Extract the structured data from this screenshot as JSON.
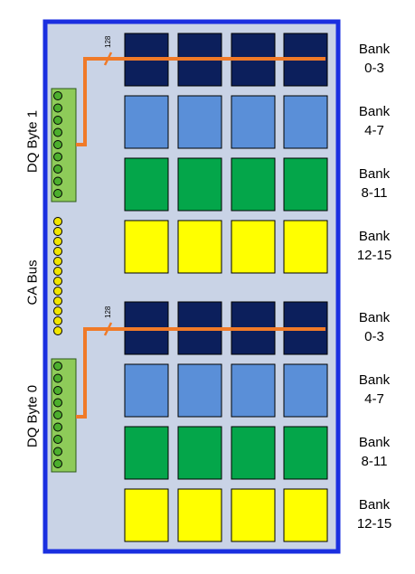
{
  "side_labels": {
    "dq_byte_1": "DQ Byte 1",
    "ca_bus": "CA Bus",
    "dq_byte_0": "DQ Byte 0"
  },
  "bus_width": "128",
  "colors": {
    "frame_border": "#1a2fe0",
    "frame_fill": "#c9d3e6",
    "dq_block": "#8ecb59",
    "io_dot": "#4caf2d",
    "ca_dot": "#f2e600",
    "wire": "#f07a28",
    "bank_0_3": "#0c1f5c",
    "bank_4_7": "#5a8fd8",
    "bank_8_11": "#04a64a",
    "bank_12_15": "#ffff00"
  },
  "bank_groups": [
    {
      "line1": "Bank",
      "line2": "0-3",
      "color_key": "bank_0_3"
    },
    {
      "line1": "Bank",
      "line2": "4-7",
      "color_key": "bank_4_7"
    },
    {
      "line1": "Bank",
      "line2": "8-11",
      "color_key": "bank_8_11"
    },
    {
      "line1": "Bank",
      "line2": "12-15",
      "color_key": "bank_12_15"
    },
    {
      "line1": "Bank",
      "line2": "0-3",
      "color_key": "bank_0_3"
    },
    {
      "line1": "Bank",
      "line2": "4-7",
      "color_key": "bank_4_7"
    },
    {
      "line1": "Bank",
      "line2": "8-11",
      "color_key": "bank_8_11"
    },
    {
      "line1": "Bank",
      "line2": "12-15",
      "color_key": "bank_12_15"
    }
  ]
}
